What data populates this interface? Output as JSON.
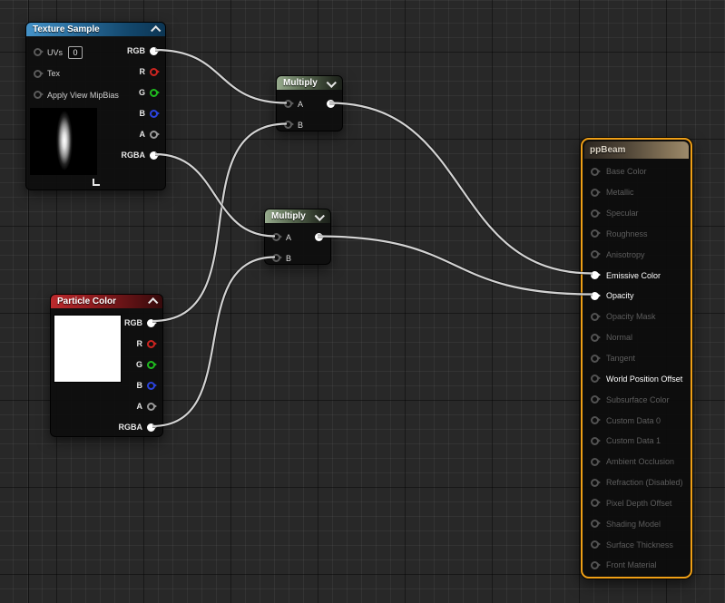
{
  "app": "material-node-graph",
  "colors": {
    "canvas_bg": "#282828",
    "wire": "#d2d2d2",
    "selection_border": "#ef9f16",
    "header_texture": "#2a6d9c",
    "header_multiply": "#5a6b52",
    "header_particle": "#8c1b1e",
    "pin_r": "#cb2420",
    "pin_g": "#1fba1f",
    "pin_b": "#2b43dd",
    "pin_a": "#9a9a9a",
    "pin_connected": "#ffffff"
  },
  "icons": {
    "collapse": "chevron-up-icon",
    "expand": "chevron-down-icon",
    "dropdown": "chevron-down-icon"
  },
  "nodes": {
    "texture_sample": {
      "title": "Texture Sample",
      "inputs": [
        {
          "label": "UVs",
          "value": "0"
        },
        {
          "label": "Tex"
        },
        {
          "label": "Apply View MipBias"
        }
      ],
      "outputs": [
        {
          "label": "RGB",
          "state": "connected",
          "color": "#ffffff"
        },
        {
          "label": "R",
          "state": "idle",
          "color": "#cb2420"
        },
        {
          "label": "G",
          "state": "idle",
          "color": "#1fba1f"
        },
        {
          "label": "B",
          "state": "idle",
          "color": "#2b43dd"
        },
        {
          "label": "A",
          "state": "idle",
          "color": "#9a9a9a"
        },
        {
          "label": "RGBA",
          "state": "connected",
          "color": "#ffffff"
        }
      ],
      "preview": "vertical-beam-texture"
    },
    "multiply_1": {
      "title": "Multiply",
      "inputs": [
        {
          "label": "A"
        },
        {
          "label": "B"
        }
      ]
    },
    "multiply_2": {
      "title": "Multiply",
      "inputs": [
        {
          "label": "A"
        },
        {
          "label": "B"
        }
      ]
    },
    "particle_color": {
      "title": "Particle Color",
      "outputs": [
        {
          "label": "RGB",
          "state": "connected",
          "color": "#ffffff"
        },
        {
          "label": "R",
          "state": "idle",
          "color": "#cb2420"
        },
        {
          "label": "G",
          "state": "idle",
          "color": "#1fba1f"
        },
        {
          "label": "B",
          "state": "idle",
          "color": "#2b43dd"
        },
        {
          "label": "A",
          "state": "idle",
          "color": "#9a9a9a"
        },
        {
          "label": "RGBA",
          "state": "connected",
          "color": "#ffffff"
        }
      ],
      "preview": "solid-white"
    },
    "ppbeam": {
      "title": "ppBeam",
      "pins": [
        {
          "label": "Base Color",
          "state": "dim"
        },
        {
          "label": "Metallic",
          "state": "dim"
        },
        {
          "label": "Specular",
          "state": "dim"
        },
        {
          "label": "Roughness",
          "state": "dim"
        },
        {
          "label": "Anisotropy",
          "state": "dim"
        },
        {
          "label": "Emissive Color",
          "state": "connected"
        },
        {
          "label": "Opacity",
          "state": "connected"
        },
        {
          "label": "Opacity Mask",
          "state": "dim"
        },
        {
          "label": "Normal",
          "state": "dim"
        },
        {
          "label": "Tangent",
          "state": "dim"
        },
        {
          "label": "World Position Offset",
          "state": "active"
        },
        {
          "label": "Subsurface Color",
          "state": "dim"
        },
        {
          "label": "Custom Data 0",
          "state": "dim"
        },
        {
          "label": "Custom Data 1",
          "state": "dim"
        },
        {
          "label": "Ambient Occlusion",
          "state": "dim"
        },
        {
          "label": "Refraction (Disabled)",
          "state": "dim"
        },
        {
          "label": "Pixel Depth Offset",
          "state": "dim"
        },
        {
          "label": "Shading Model",
          "state": "dim"
        },
        {
          "label": "Surface Thickness",
          "state": "dim"
        },
        {
          "label": "Front Material",
          "state": "dim"
        }
      ]
    }
  },
  "wires": [
    {
      "from": "texture_sample.RGB",
      "to": "multiply_1.A"
    },
    {
      "from": "particle_color.RGB",
      "to": "multiply_1.B"
    },
    {
      "from": "texture_sample.RGBA",
      "to": "multiply_2.A"
    },
    {
      "from": "particle_color.RGBA",
      "to": "multiply_2.B"
    },
    {
      "from": "multiply_1.Out",
      "to": "ppbeam.Emissive Color"
    },
    {
      "from": "multiply_2.Out",
      "to": "ppbeam.Opacity"
    }
  ]
}
